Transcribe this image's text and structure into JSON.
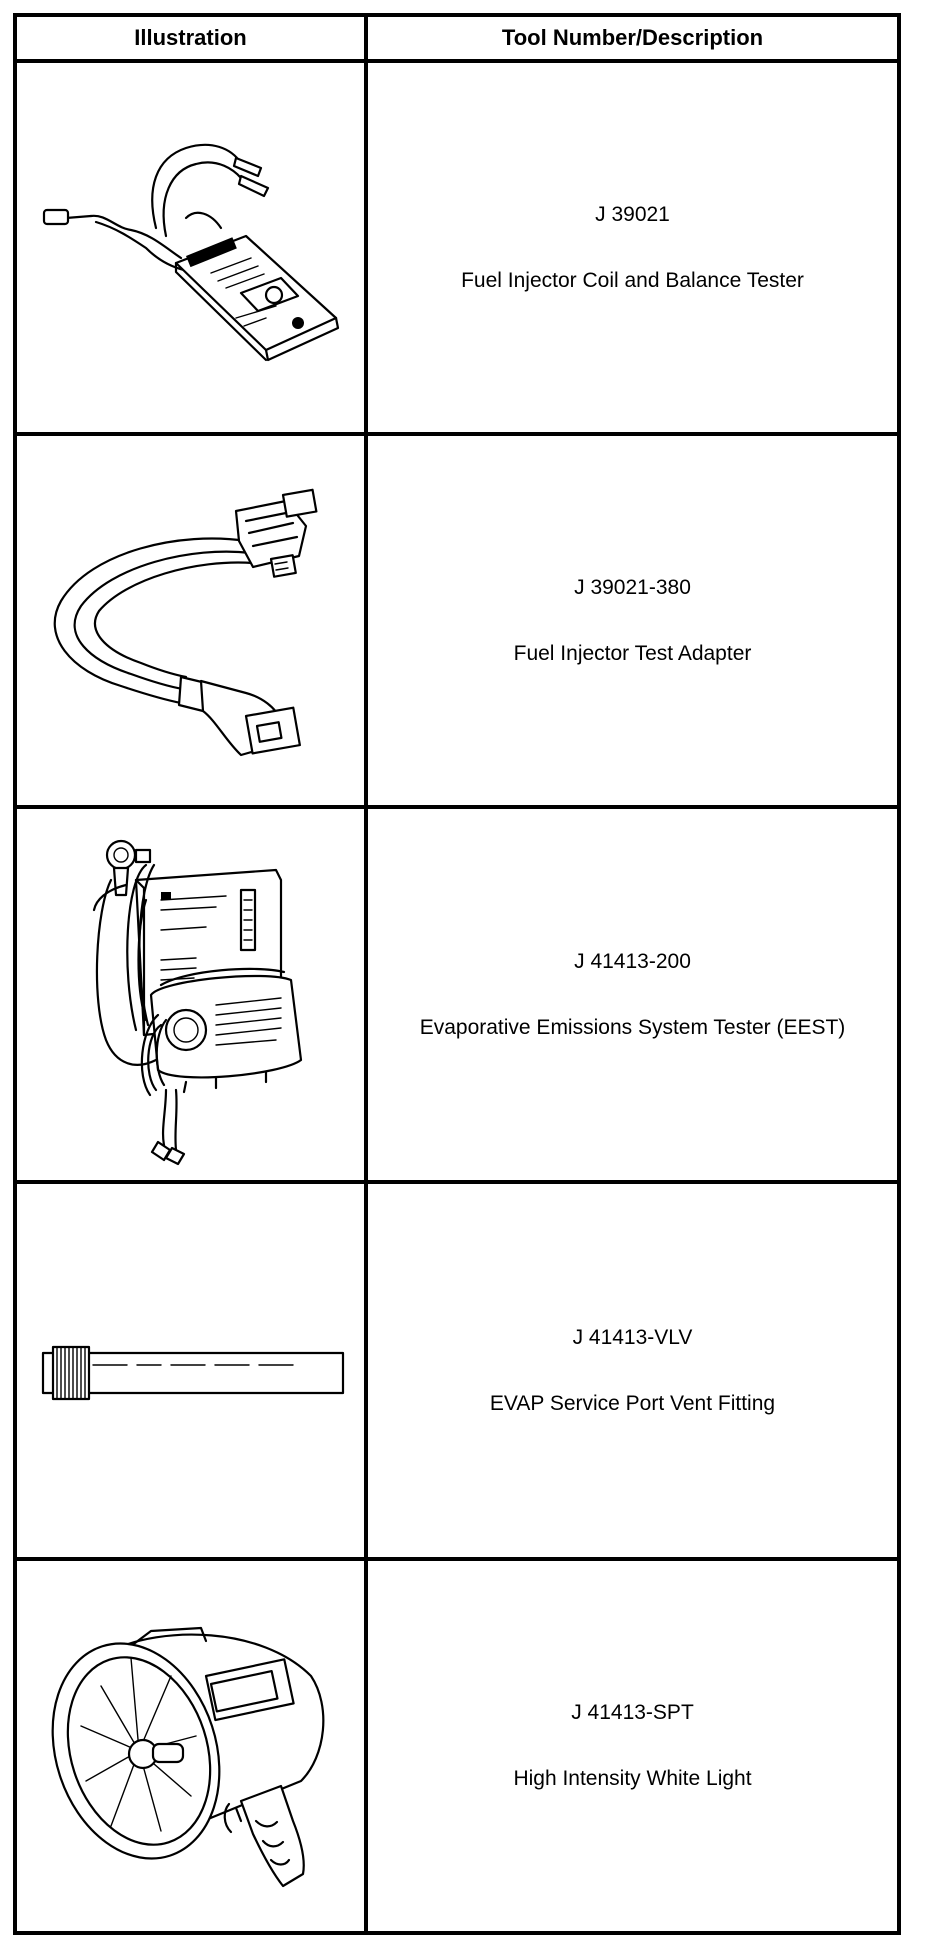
{
  "table": {
    "headers": {
      "illustration": "Illustration",
      "tool": "Tool Number/Description"
    },
    "rows": [
      {
        "number": "J 39021",
        "description": "Fuel Injector Coil and Balance Tester",
        "icon": "injector-tester-icon"
      },
      {
        "number": "J 39021-380",
        "description": "Fuel Injector Test Adapter",
        "icon": "test-adapter-cable-icon"
      },
      {
        "number": "J 41413-200",
        "description": "Evaporative Emissions System Tester (EEST)",
        "icon": "emissions-tester-icon"
      },
      {
        "number": "J 41413-VLV",
        "description": "EVAP Service Port Vent Fitting",
        "icon": "vent-fitting-icon"
      },
      {
        "number": "J 41413-SPT",
        "description": "High Intensity White Light",
        "icon": "spotlight-icon"
      }
    ]
  }
}
